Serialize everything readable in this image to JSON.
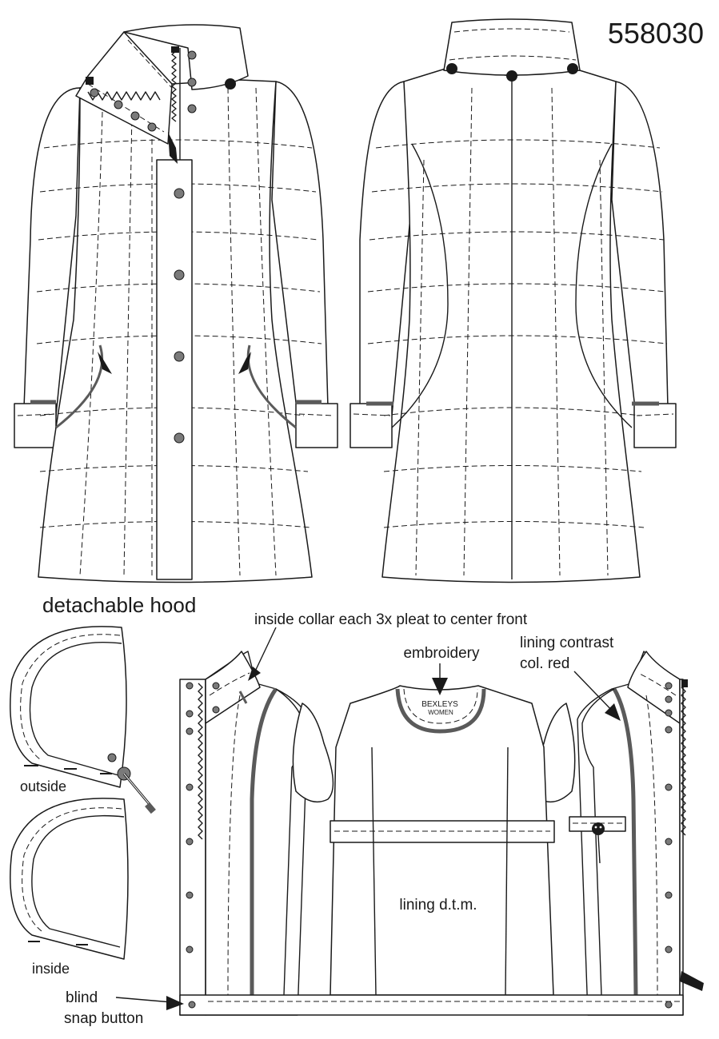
{
  "header": {
    "style_number": "558030"
  },
  "sections": {
    "hood_title": "detachable hood"
  },
  "hood": {
    "outside_label": "outside",
    "inside_label": "inside"
  },
  "callouts": {
    "inside_collar": "inside collar each 3x pleat to center front",
    "embroidery": "embroidery",
    "lining_contrast_line1": "lining contrast",
    "lining_contrast_line2": "col. red",
    "lining_main": "lining d.t.m.",
    "blind_snap_line1": "blind",
    "blind_snap_line2": "snap button"
  },
  "embroidery_label": {
    "line1": "BEXLEYS",
    "line2": "WOMEN"
  },
  "colors": {
    "line": "#1a1a1a",
    "contrast_lining": "#5a5a5a",
    "button_fill": "#7a7a7a",
    "background": "#ffffff"
  }
}
